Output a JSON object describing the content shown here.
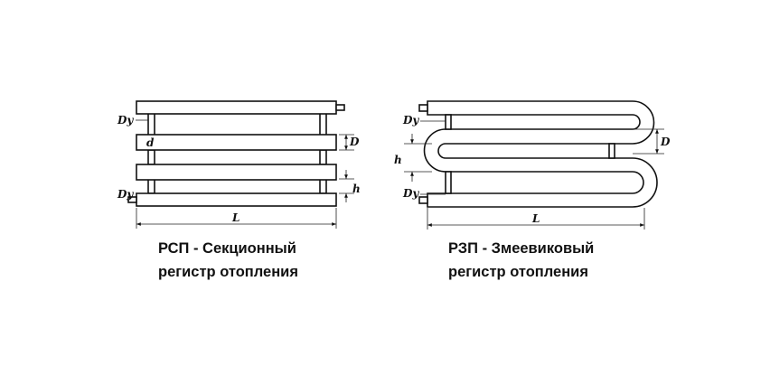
{
  "left_diagram": {
    "dim_labels": {
      "dy_top": "Dy",
      "dy_bottom": "Dy",
      "d_small": "d",
      "d_big": "D",
      "h": "h",
      "length": "L"
    },
    "caption_line1": "РСП - Секционный",
    "caption_line2": "регистр отопления"
  },
  "right_diagram": {
    "dim_labels": {
      "dy_top": "Dy",
      "dy_bottom": "Dy",
      "d_big": "D",
      "h": "h",
      "length": "L"
    },
    "caption_line1": "РЗП - Змеевиковый",
    "caption_line2": "регистр отопления"
  }
}
